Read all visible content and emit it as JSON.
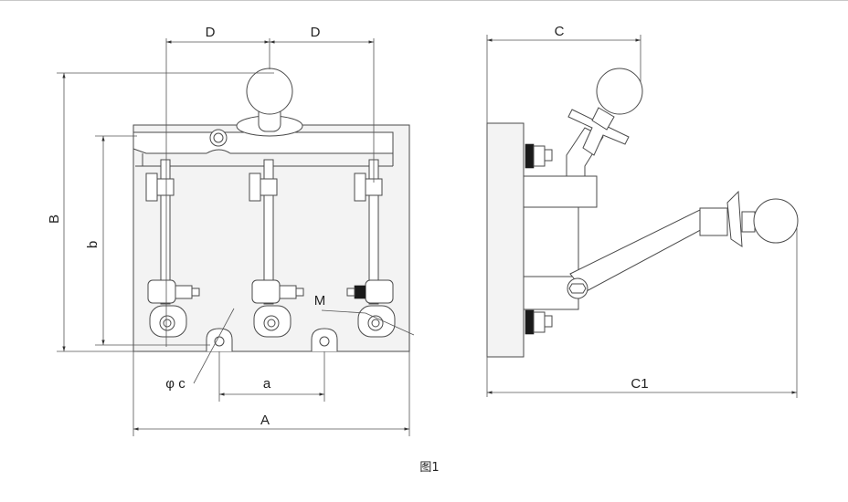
{
  "labels": {
    "D_left": "D",
    "D_right": "D",
    "C": "C",
    "B": "B",
    "b": "b",
    "M": "M",
    "phi_c": "φ c",
    "a": "a",
    "A": "A",
    "C1": "C1"
  },
  "caption": "图1"
}
